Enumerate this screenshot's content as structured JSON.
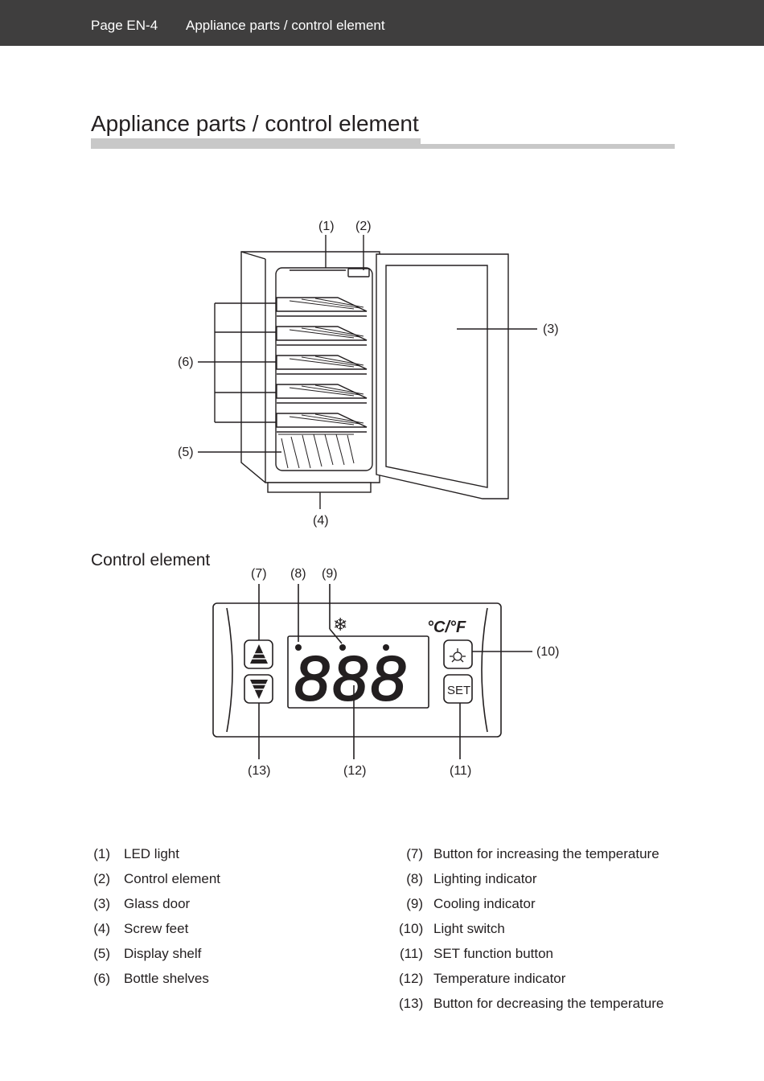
{
  "header": {
    "page_label": "Page EN-4",
    "section_title": "Appliance parts / control element",
    "bg_color": "#3f3e3e"
  },
  "title": "Appliance parts / control element",
  "control_heading": "Control element",
  "callouts": {
    "c1": "(1)",
    "c2": "(2)",
    "c3": "(3)",
    "c4": "(4)",
    "c5": "(5)",
    "c6": "(6)",
    "c7": "(7)",
    "c8": "(8)",
    "c9": "(9)",
    "c10": "(10)",
    "c11": "(11)",
    "c12": "(12)",
    "c13": "(13)"
  },
  "panel": {
    "unit_label": "°C/°F",
    "set_label": "SET",
    "display_digits": "888",
    "snowflake": "❄"
  },
  "legend": {
    "left": [
      {
        "num": "(1)",
        "label": "LED light"
      },
      {
        "num": "(2)",
        "label": "Control element"
      },
      {
        "num": "(3)",
        "label": "Glass door"
      },
      {
        "num": "(4)",
        "label": "Screw feet"
      },
      {
        "num": "(5)",
        "label": "Display shelf"
      },
      {
        "num": "(6)",
        "label": "Bottle shelves"
      }
    ],
    "right": [
      {
        "num": "(7)",
        "label": "Button for increasing the temperature"
      },
      {
        "num": "(8)",
        "label": "Lighting indicator"
      },
      {
        "num": "(9)",
        "label": "Cooling indicator"
      },
      {
        "num": "(10)",
        "label": "Light switch"
      },
      {
        "num": "(11)",
        "label": "SET function button"
      },
      {
        "num": "(12)",
        "label": "Temperature indicator"
      },
      {
        "num": "(13)",
        "label": "Button for decreasing the temperature"
      }
    ]
  }
}
